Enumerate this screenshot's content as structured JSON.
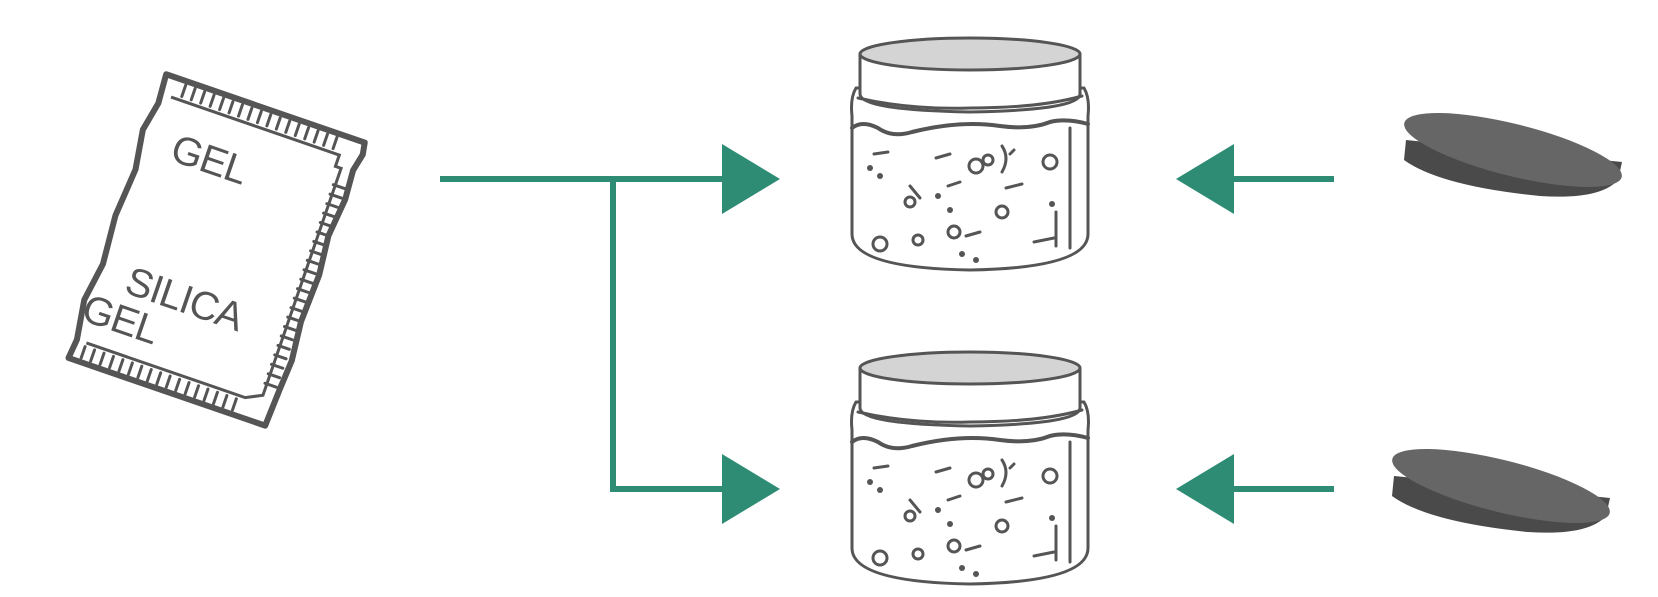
{
  "packet": {
    "label_top": "GEL",
    "label_middle": "SILICA",
    "label_bottom": "GEL"
  },
  "colors": {
    "arrow": "#2e8b74",
    "outline": "#555555",
    "jar_lid_top": "#d4d4d4",
    "disc_top": "#666666",
    "disc_side": "#4a4a4a"
  },
  "icons": {
    "packet": "silica-gel-packet-icon",
    "jar": "jar-icon",
    "disc": "dark-disc-icon"
  }
}
